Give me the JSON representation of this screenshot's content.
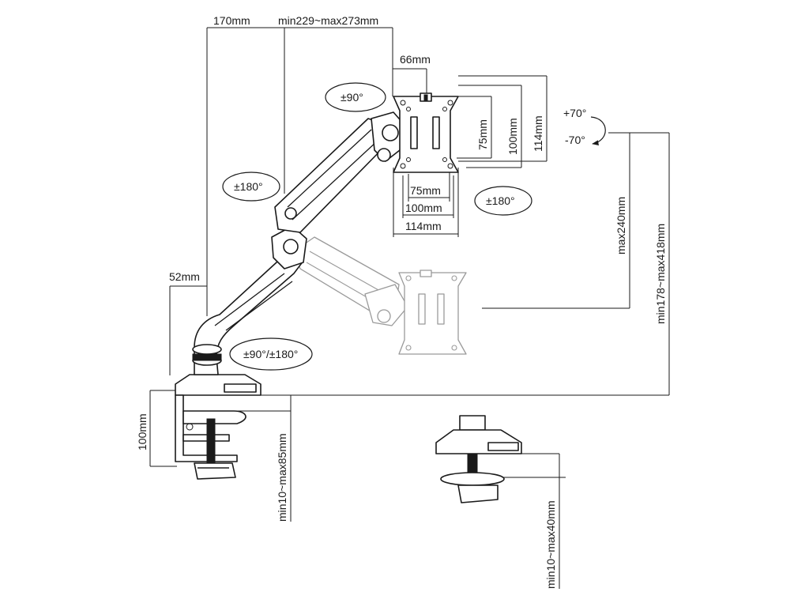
{
  "dimensions": {
    "top_reach_1": "170mm",
    "top_reach_2": "min229~max273mm",
    "vesa_offset": "66mm",
    "base_offset": "52mm",
    "vesa_height_75": "75mm",
    "vesa_height_100": "100mm",
    "vesa_height_114": "114mm",
    "vesa_width_75": "75mm",
    "vesa_width_100": "100mm",
    "vesa_width_114": "114mm",
    "height_adjust": "max240mm",
    "overall_height": "min178~max418mm",
    "clamp_depth": "100mm",
    "clamp_range": "min10~max85mm",
    "grommet_range": "min10~max40mm"
  },
  "rotations": {
    "rotate_top": "±90°",
    "rotate_arm": "±180°",
    "rotate_plate": "±180°",
    "rotate_base": "±90°/±180°",
    "tilt_up": "+70°",
    "tilt_down": "-70°"
  }
}
